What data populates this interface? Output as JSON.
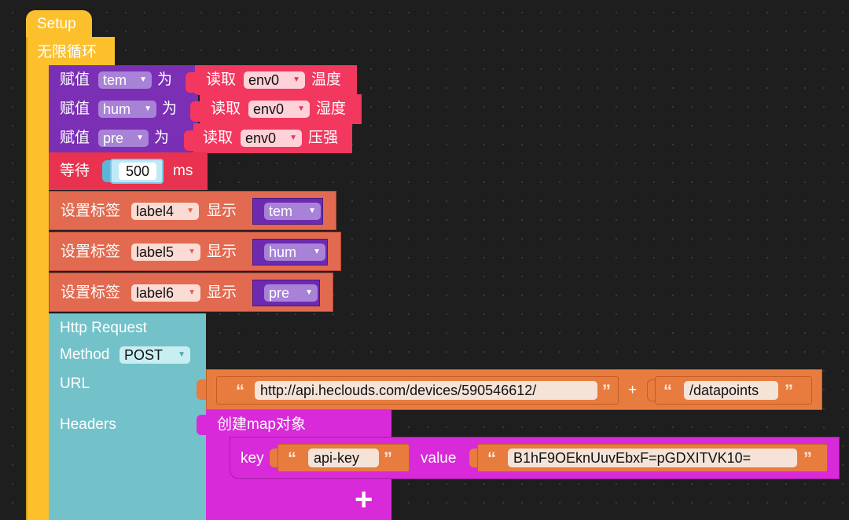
{
  "colors": {
    "setup": "#fcc02c",
    "setup_edge": "#d49e18",
    "assign": "#7a2fb5",
    "read": "#f2385f",
    "wait": "#e8324f",
    "label": "#e26a50",
    "http": "#73c2c9",
    "text": "#e87c3e",
    "map": "#d82ad8",
    "var": "#6d2ab1",
    "number_input": "#bfe9f7"
  },
  "setup": {
    "label": "Setup"
  },
  "loop": {
    "label": "无限循环"
  },
  "assigns": [
    {
      "prefix": "赋值",
      "var": "tem",
      "mid": "为",
      "read_label": "读取",
      "sensor": "env0",
      "prop": "温度"
    },
    {
      "prefix": "赋值",
      "var": "hum",
      "mid": "为",
      "read_label": "读取",
      "sensor": "env0",
      "prop": "湿度"
    },
    {
      "prefix": "赋值",
      "var": "pre",
      "mid": "为",
      "read_label": "读取",
      "sensor": "env0",
      "prop": "压强"
    }
  ],
  "wait": {
    "label": "等待",
    "value": "500",
    "unit": "ms"
  },
  "set_labels": [
    {
      "prefix": "设置标签",
      "target": "label4",
      "mid": "显示",
      "var": "tem"
    },
    {
      "prefix": "设置标签",
      "target": "label5",
      "mid": "显示",
      "var": "hum"
    },
    {
      "prefix": "设置标签",
      "target": "label6",
      "mid": "显示",
      "var": "pre"
    }
  ],
  "http": {
    "title": "Http Request",
    "method_label": "Method",
    "method": "POST",
    "url_label": "URL",
    "headers_label": "Headers"
  },
  "url": {
    "part1": "http://api.heclouds.com/devices/590546612/",
    "plus": "+",
    "part2": "/datapoints"
  },
  "map": {
    "title": "创建map对象",
    "key_label": "key",
    "key": "api-key",
    "value_label": "value",
    "value": "B1hF9OEknUuvEbxF=pGDXITVK10=",
    "add": "+"
  },
  "icons": {
    "dropdown": "triangle-down-icon",
    "quote_open": "quote-open-icon",
    "quote_close": "quote-close-icon",
    "add": "plus-icon"
  }
}
